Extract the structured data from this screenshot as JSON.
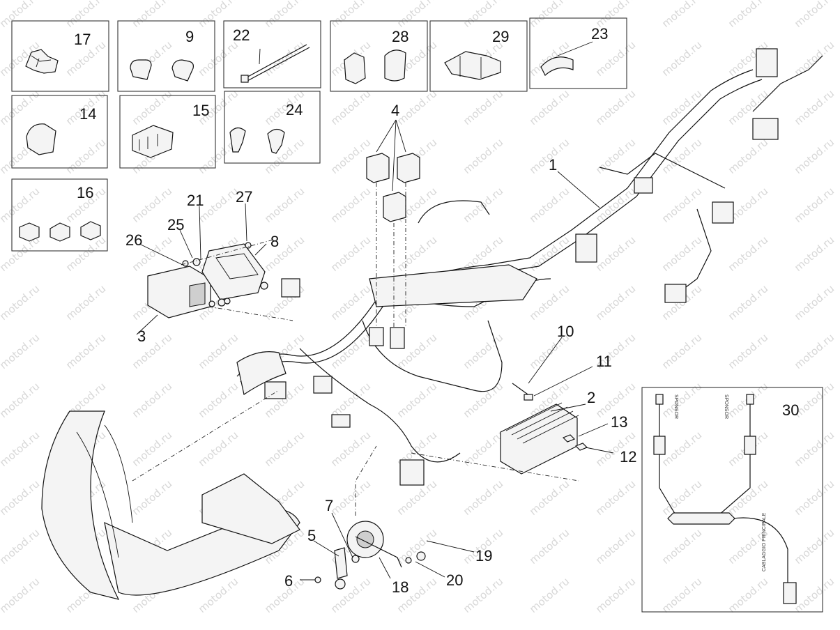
{
  "watermark": "motod.ru",
  "inset_labels": [
    "17",
    "9",
    "22",
    "28",
    "29",
    "23",
    "14",
    "15",
    "24",
    "16"
  ],
  "callouts": [
    "1",
    "2",
    "3",
    "4",
    "5",
    "6",
    "7",
    "8",
    "10",
    "11",
    "12",
    "13",
    "18",
    "19",
    "20",
    "21",
    "25",
    "26",
    "27",
    "30"
  ],
  "inset30_texts": [
    "SPONSOR",
    "CABLAGGIO PRINCIPALE"
  ]
}
